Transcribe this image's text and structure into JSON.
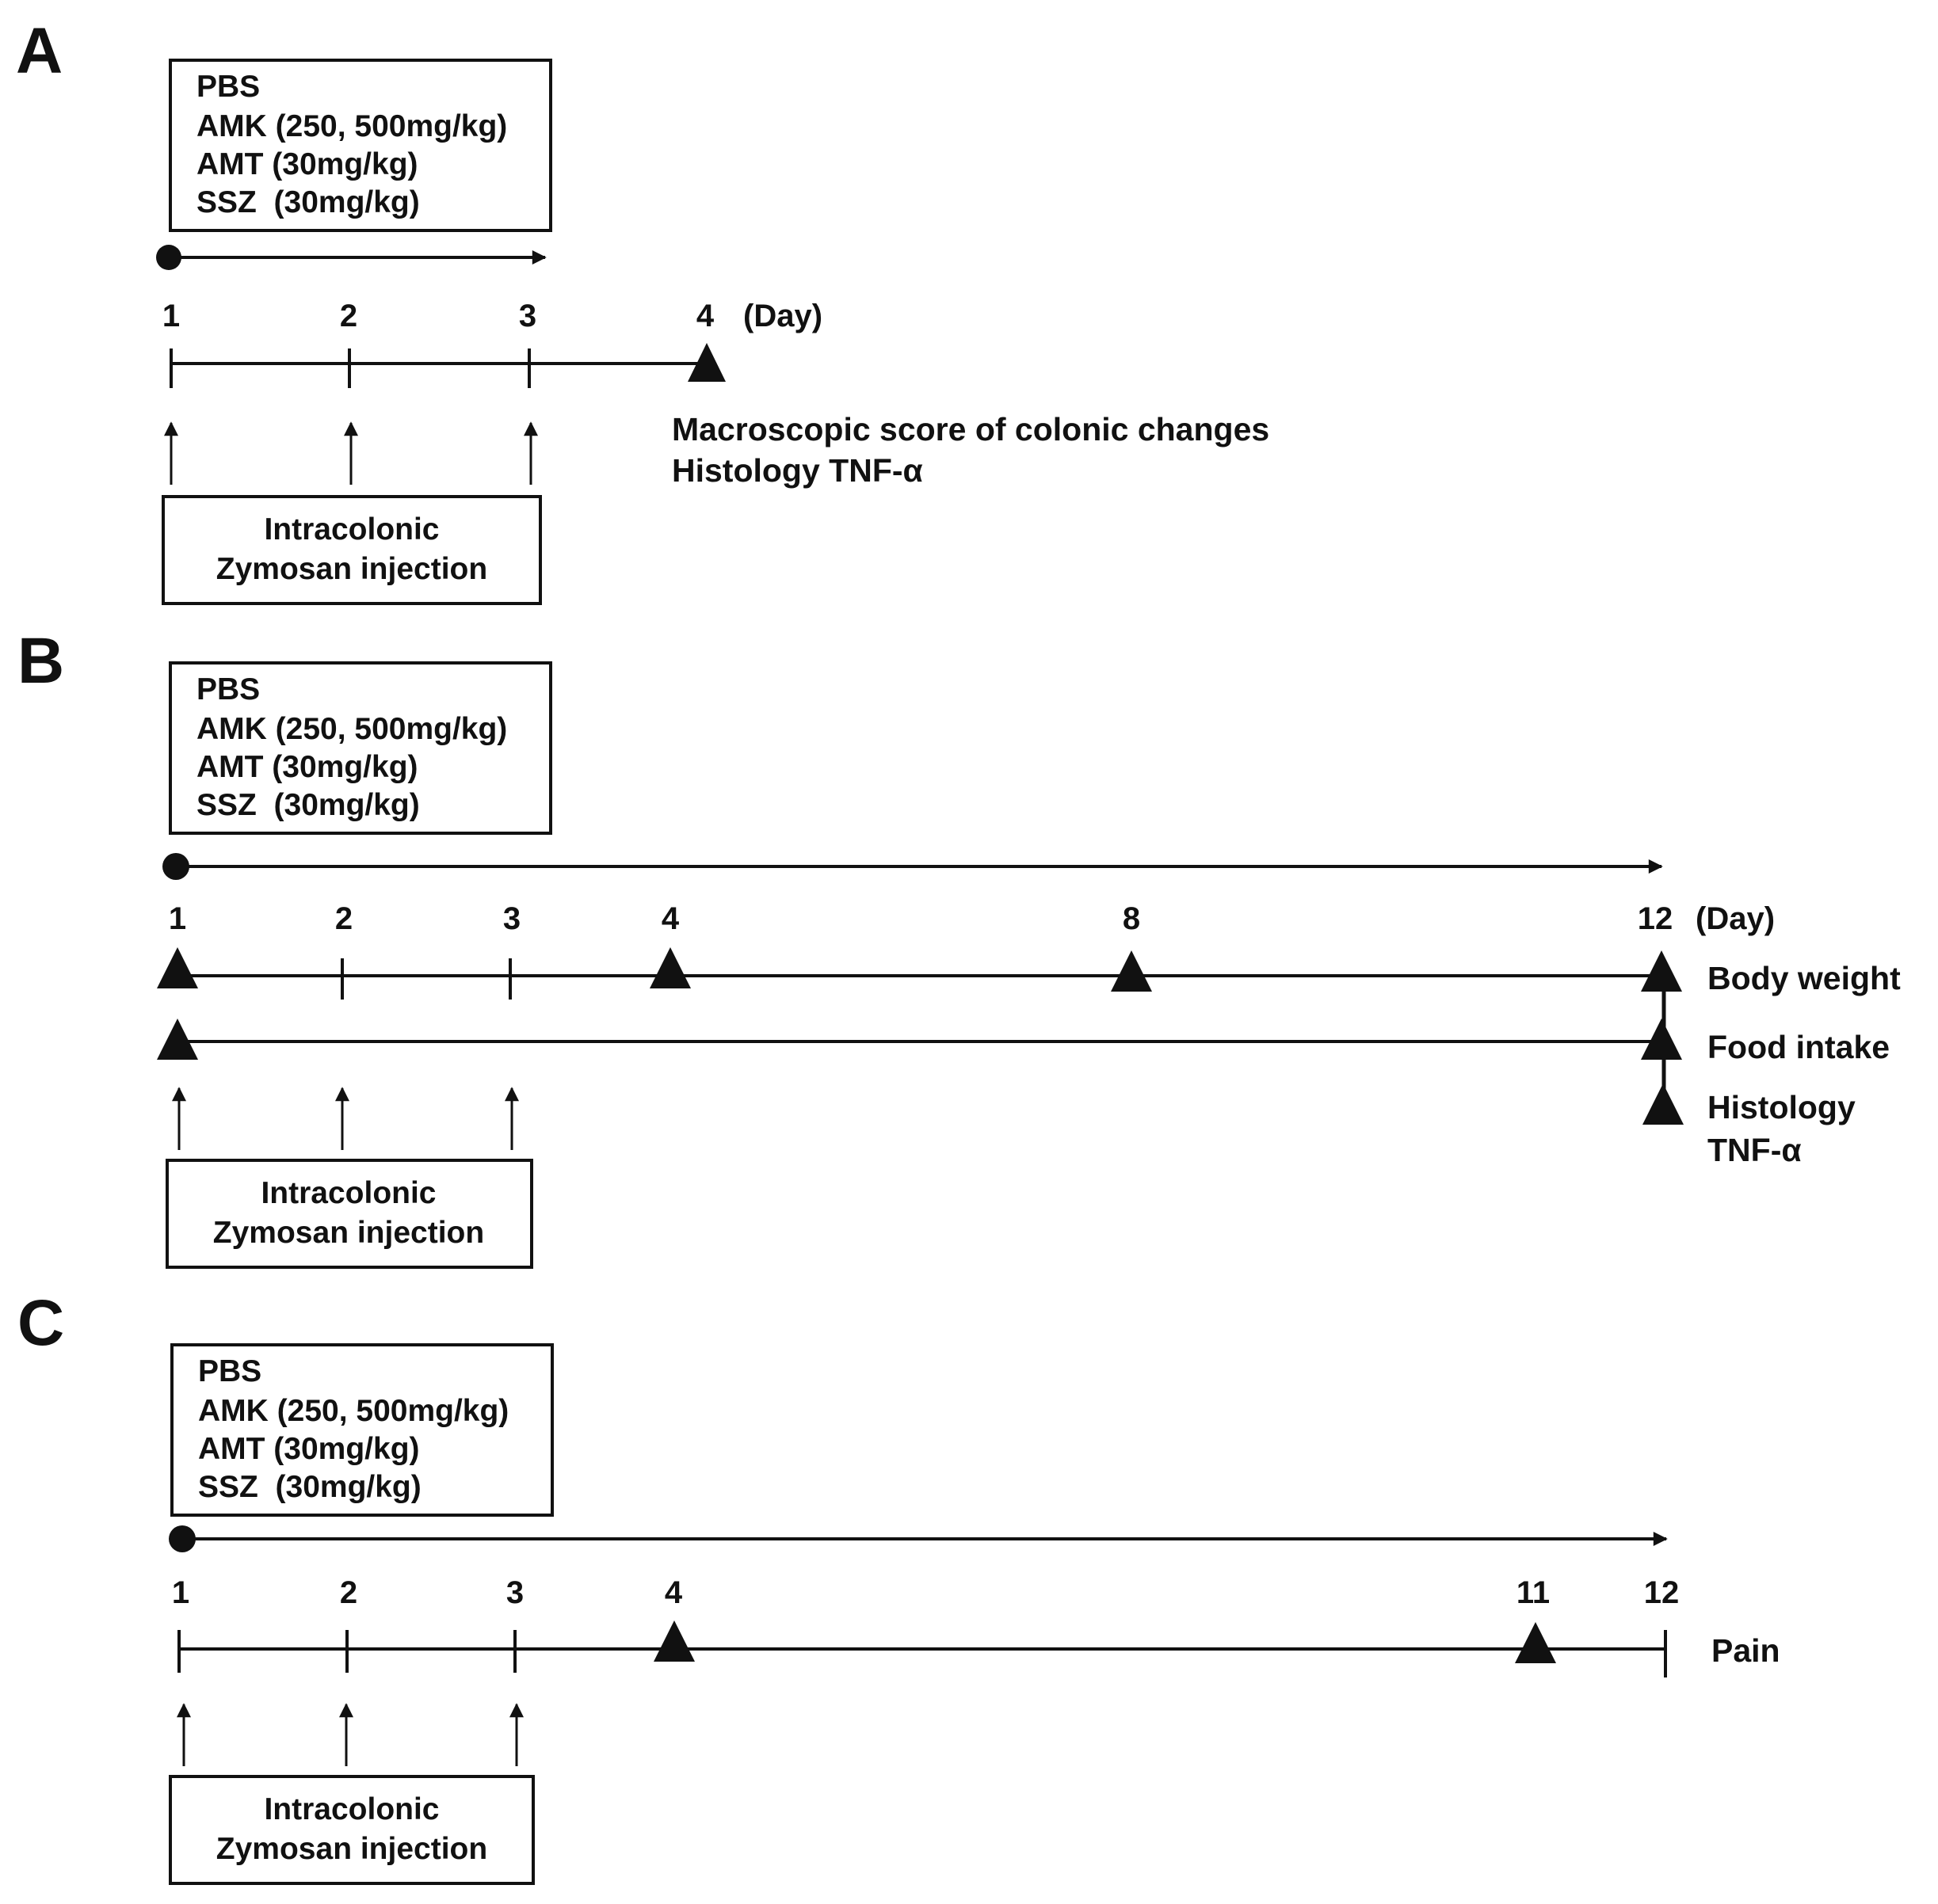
{
  "panels": {
    "A": {
      "letter": "A",
      "treatment_lines": [
        "PBS",
        "AMK (250, 500mg/kg)",
        "AMT (30mg/kg)",
        "SSZ  (30mg/kg)"
      ],
      "day_labels": [
        "1",
        "2",
        "3",
        "4"
      ],
      "day_unit": "(Day)",
      "measurement_lines": [
        "Macroscopic score of colonic changes",
        "Histology TNF-α"
      ],
      "injection_lines": [
        "Intracolonic",
        "Zymosan injection"
      ]
    },
    "B": {
      "letter": "B",
      "treatment_lines": [
        "PBS",
        "AMK (250, 500mg/kg)",
        "AMT (30mg/kg)",
        "SSZ  (30mg/kg)"
      ],
      "day_labels": [
        "1",
        "2",
        "3",
        "4",
        "8",
        "12"
      ],
      "day_unit": "(Day)",
      "row_labels": {
        "body_weight": "Body weight",
        "food_intake": "Food intake",
        "histology": "Histology",
        "tnf": "TNF-α"
      },
      "injection_lines": [
        "Intracolonic",
        "Zymosan injection"
      ]
    },
    "C": {
      "letter": "C",
      "treatment_lines": [
        "PBS",
        "AMK (250, 500mg/kg)",
        "AMT (30mg/kg)",
        "SSZ  (30mg/kg)"
      ],
      "day_labels": [
        "1",
        "2",
        "3",
        "4",
        "11",
        "12"
      ],
      "row_labels": {
        "pain": "Pain"
      },
      "injection_lines": [
        "Intracolonic",
        "Zymosan injection"
      ]
    }
  },
  "colors": {
    "ink": "#111111",
    "background": "#ffffff"
  },
  "icons": {
    "start_marker": "filled-circle",
    "measurement_marker": "filled-triangle",
    "injection_marker": "up-arrow"
  }
}
